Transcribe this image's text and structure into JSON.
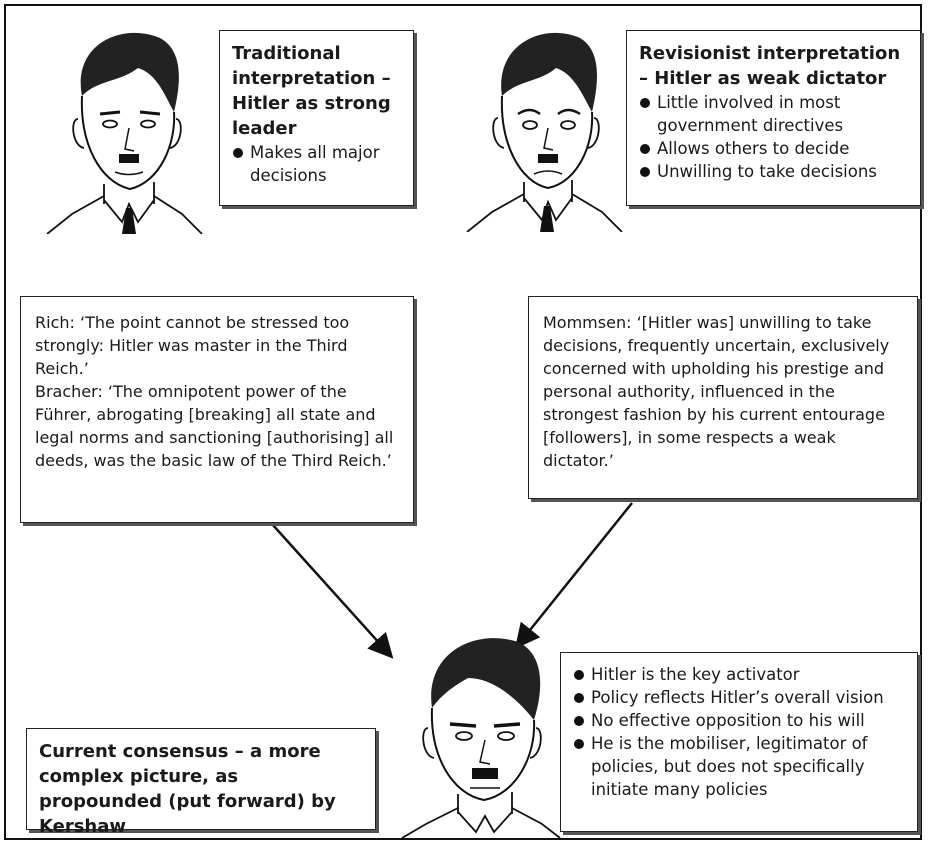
{
  "traditional": {
    "heading": "Traditional interpretation – Hitler as strong leader",
    "points": [
      "Makes all major decisions"
    ]
  },
  "revisionist": {
    "heading": "Revisionist interpretation – Hitler as weak dictator",
    "points": [
      "Little involved in most government directives",
      "Allows others to decide",
      "Unwilling to take decisions"
    ]
  },
  "quotes_left": [
    "Rich: ‘The point cannot be stressed too strongly: Hitler was master in the Third Reich.’",
    "Bracher: ‘The omnipotent power of the Führer, abrogating [breaking] all state and legal norms and sanctioning [authorising] all deeds, was the basic law of the Third Reich.’"
  ],
  "quote_right": "Mommsen: ‘[Hitler was] unwilling to take decisions, frequently uncertain, exclusively concerned with upholding his prestige and personal authority, influenced in the strongest fashion by his current entourage [followers], in some respects a weak dictator.’",
  "consensus": {
    "heading": "Current consensus – a more complex picture, as propounded (put forward) by Kershaw"
  },
  "consensus_points": [
    "Hitler is the key activator",
    "Policy reflects Hitler’s overall vision",
    "No effective opposition to his will",
    "He is the mobiliser, legitimator of policies, but does not specifically initiate many policies"
  ],
  "colors": {
    "ink": "#111111",
    "shadow": "#555555",
    "paper": "#ffffff"
  }
}
